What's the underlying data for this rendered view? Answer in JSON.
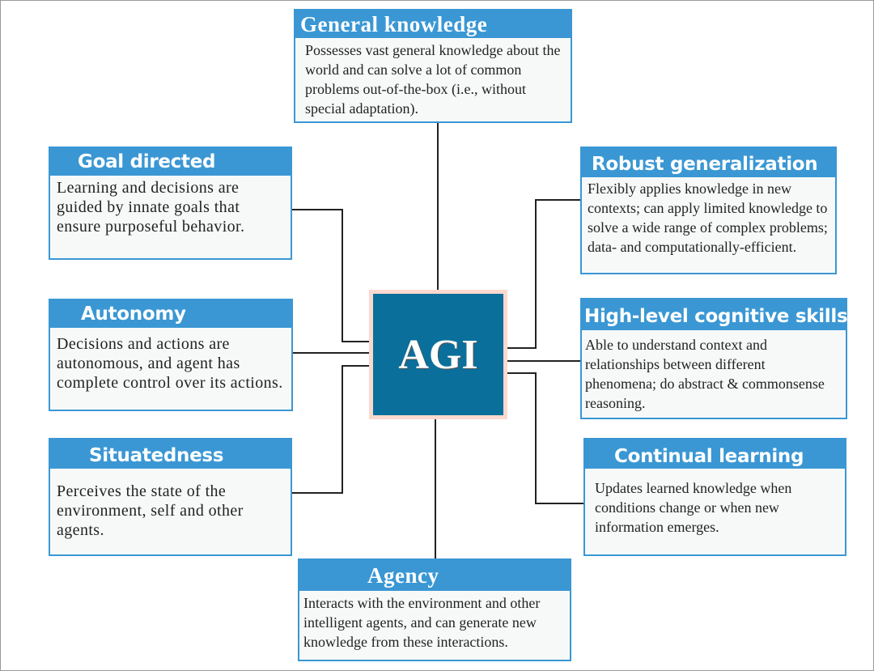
{
  "center": {
    "label": "AGI"
  },
  "colors": {
    "header": "#3a97d4",
    "center_fill": "#0b6f9c",
    "center_border": "#fbd9cf",
    "connector": "#222222"
  },
  "nodes": {
    "general_knowledge": {
      "title": "General knowledge",
      "text": "Possesses vast general knowledge about the world and can solve a lot of common problems out-of-the-box (i.e., without special adaptation)."
    },
    "goal_directed": {
      "title": "Goal directed",
      "text": "Learning and decisions are guided by innate goals that ensure purposeful behavior."
    },
    "autonomy": {
      "title": "Autonomy",
      "text": "Decisions and actions are autonomous, and agent has complete control over its actions."
    },
    "situatedness": {
      "title": "Situatedness",
      "text": "Perceives the state of the environment, self and other agents."
    },
    "agency": {
      "title": "Agency",
      "text": "Interacts with the environment and other intelligent agents, and can generate new knowledge from these interactions."
    },
    "robust_generalization": {
      "title": "Robust generalization",
      "text": "Flexibly applies knowledge in new contexts; can apply limited knowledge to solve a wide range of complex problems; data- and computationally-efficient."
    },
    "high_level_cognitive": {
      "title": "High-level cognitive skills",
      "text": "Able to understand context and relationships between different phenomena; do abstract & commonsense reasoning."
    },
    "continual_learning": {
      "title": "Continual learning",
      "text": "Updates learned knowledge when conditions change or when new information emerges."
    }
  }
}
